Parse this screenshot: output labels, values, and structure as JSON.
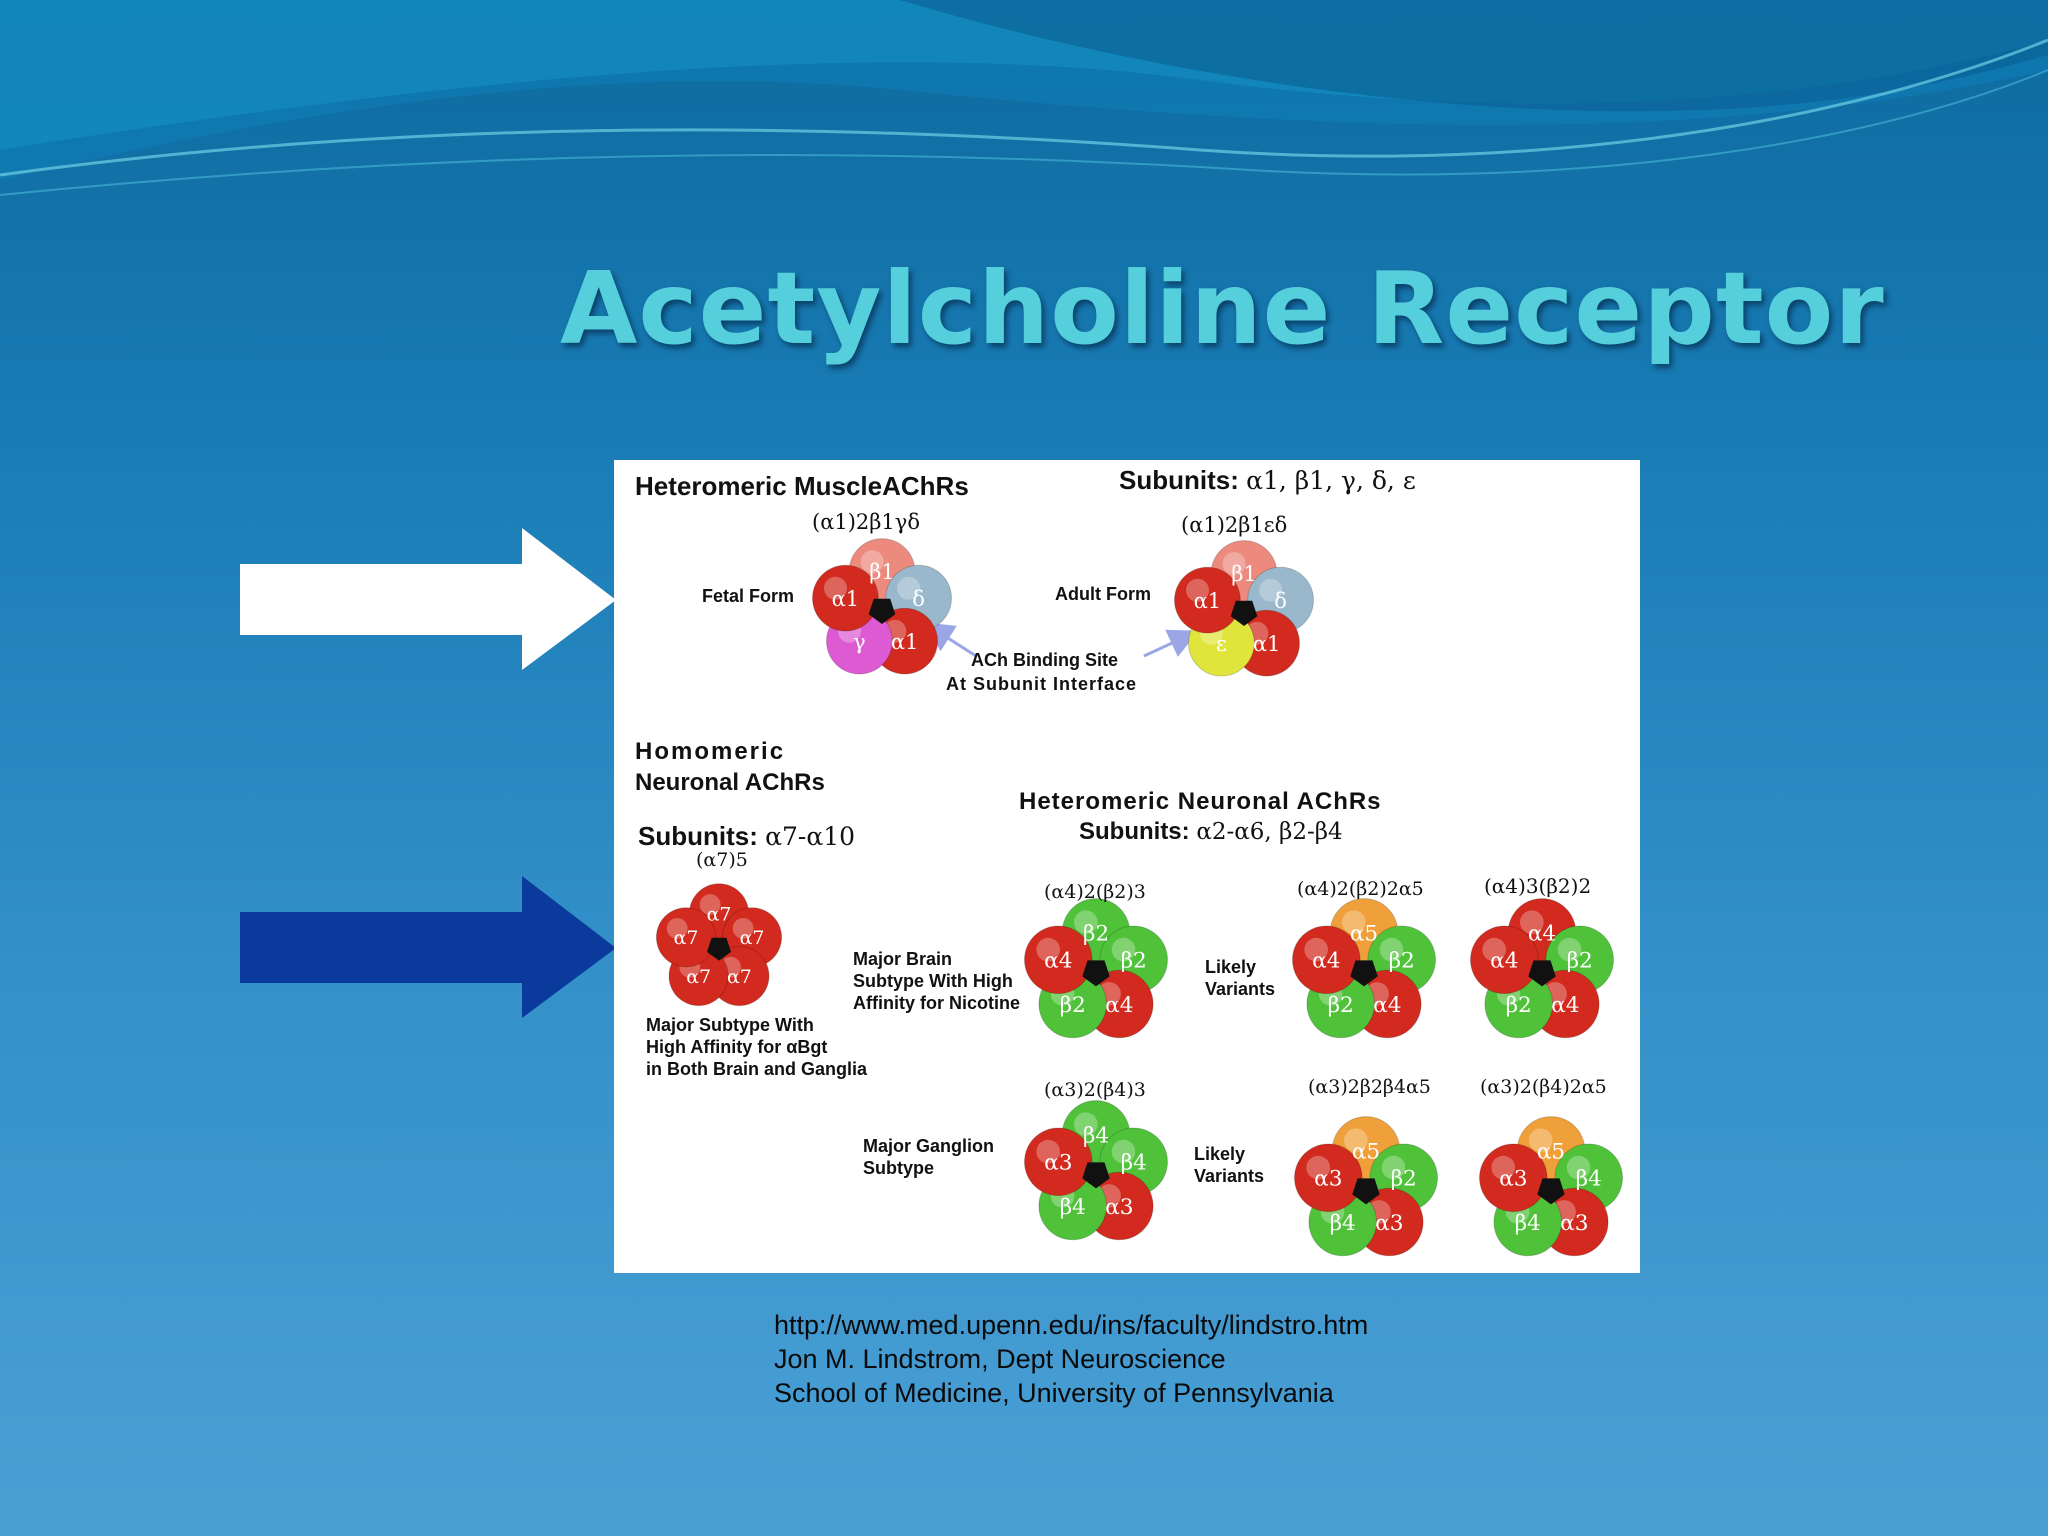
{
  "slide": {
    "title": "Acetylcholine Receptor",
    "credits": [
      "http://www.med.upenn.edu/ins/faculty/lindstro.htm",
      "Jon M. Lindstrom, Dept Neuroscience",
      "School of Medicine, University of Pennsylvania"
    ]
  },
  "colors": {
    "arrow_top": "#ffffff",
    "arrow_bottom": "#0a3a9c",
    "title": "#55cfdc",
    "alpha_red": "#d22a1e",
    "beta_green": "#4fc23a",
    "alpha5_orange": "#f0a03a",
    "beta1_pink": "#ec8a7e",
    "delta_blue": "#9ab8cc",
    "gamma_magenta": "#dd5ad2",
    "epsilon_yellow": "#dfe53a"
  },
  "diagram": {
    "muscle_heading": "Heteromeric MuscleAChRs",
    "muscle_subunits_label": "Subunits:",
    "muscle_subunits_value": "α1, β1, γ, δ, ε",
    "fetal_formula": "(α1)2β1γδ",
    "fetal_label": "Fetal Form",
    "adult_formula": "(α1)2β1εδ",
    "adult_label": "Adult Form",
    "binding_site_line1": "ACh Binding Site",
    "binding_site_line2": "At Subunit Interface",
    "homomeric_heading_line1": "Homomeric",
    "homomeric_heading_line2": "Neuronal AChRs",
    "homomeric_subunits_label": "Subunits:",
    "homomeric_subunits_value": "α7-α10",
    "a7_formula": "(α7)5",
    "a7_caption_line1": "Major Subtype With",
    "a7_caption_line2": "High Affinity for αBgt",
    "a7_caption_line3": "in Both Brain and Ganglia",
    "neuronal_heading": "Heteromeric Neuronal AChRs",
    "neuronal_subunits_label": "Subunits:",
    "neuronal_subunits_value": "α2-α6, β2-β4",
    "brain_caption_line1": "Major Brain",
    "brain_caption_line2": "Subtype With High",
    "brain_caption_line3": "Affinity for Nicotine",
    "brain_formula": "(α4)2(β2)3",
    "likely_variants_1_line1": "Likely",
    "likely_variants_1_line2": "Variants",
    "brain_variant1_formula": "(α4)2(β2)2α5",
    "brain_variant2_formula": "(α4)3(β2)2",
    "ganglion_caption_line1": "Major Ganglion",
    "ganglion_caption_line2": "Subtype",
    "ganglion_formula": "(α3)2(β4)3",
    "likely_variants_2_line1": "Likely",
    "likely_variants_2_line2": "Variants",
    "ganglion_variant1_formula": "(α3)2β2β4α5",
    "ganglion_variant2_formula": "(α3)2(β4)2α5",
    "receptors": [
      {
        "id": "fetal",
        "subunits": [
          "β1",
          "δ",
          "α1",
          "γ",
          "α1"
        ]
      },
      {
        "id": "adult",
        "subunits": [
          "β1",
          "δ",
          "α1",
          "ε",
          "α1"
        ]
      },
      {
        "id": "a7",
        "subunits": [
          "α7",
          "α7",
          "α7",
          "α7",
          "α7"
        ]
      },
      {
        "id": "brain",
        "subunits": [
          "β2",
          "β2",
          "α4",
          "β2",
          "α4"
        ]
      },
      {
        "id": "brain_v1",
        "subunits": [
          "α5",
          "β2",
          "α4",
          "β2",
          "α4"
        ]
      },
      {
        "id": "brain_v2",
        "subunits": [
          "α4",
          "β2",
          "α4",
          "β2",
          "α4"
        ]
      },
      {
        "id": "ganglion",
        "subunits": [
          "β4",
          "β4",
          "α3",
          "β4",
          "α3"
        ]
      },
      {
        "id": "ganglion_v1",
        "subunits": [
          "α5",
          "β2",
          "α3",
          "β4",
          "α3"
        ]
      },
      {
        "id": "ganglion_v2",
        "subunits": [
          "α5",
          "β4",
          "α3",
          "β4",
          "α3"
        ]
      }
    ]
  }
}
